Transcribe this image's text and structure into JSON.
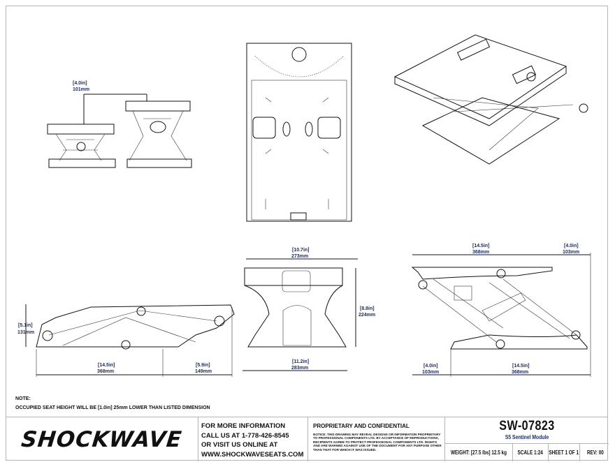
{
  "drawing": {
    "front_view_small": {
      "dim_in": "[4.0in]",
      "dim_mm": "101mm"
    },
    "side_view_left": {
      "height_in": "[5.1in]",
      "height_mm": "131mm",
      "length_in": "[14.5in]",
      "length_mm": "368mm",
      "travel_in": "[5.9in]",
      "travel_mm": "149mm"
    },
    "front_view": {
      "top_width_in": "[10.7in]",
      "top_width_mm": "273mm",
      "height_in": "[8.8in]",
      "height_mm": "224mm",
      "bottom_width_in": "[11.2in]",
      "bottom_width_mm": "283mm"
    },
    "side_view_right": {
      "top_length_in": "[14.5in]",
      "top_length_mm": "368mm",
      "top_offset_in": "[4.0in]",
      "top_offset_mm": "103mm",
      "bottom_offset_in": "[4.0in]",
      "bottom_offset_mm": "103mm",
      "bottom_length_in": "[14.5in]",
      "bottom_length_mm": "368mm"
    }
  },
  "note": {
    "label": "NOTE:",
    "text": "OCCUPIED SEAT HEIGHT WILL BE [1.0in] 25mm LOWER THAN LISTED DIMENSION"
  },
  "title_block": {
    "logo": "SHOCKWAVE",
    "contact": {
      "line1": "FOR MORE INFORMATION",
      "line2": "CALL US AT 1-778-426-8545",
      "line3": "OR VISIT US ONLINE AT",
      "line4": "WWW.SHOCKWAVESEATS.COM"
    },
    "proprietary": {
      "title": "PROPRIETARY AND CONFIDENTIAL",
      "notice": "NOTICE: THIS DRAWING MAY REVEAL DESIGNS OR INFORMATION PROPRIETARY TO PROFESSIONAL COMPONENTS LTD. BY ACCEPTANCE OF REPRODUCTIONS, RECIPIENTS AGREE TO PROTECT PROFESSIONAL COMPONENTS LTD. RIGHTS AND ARE WARNED AGAINST USE OF THE DOCUMENT FOR ANY PURPOSE OTHER THAN THAT FOR WHICH IT WAS ISSUED."
    },
    "part_number": "SW-07823",
    "part_name": "S5 Sentinel Module",
    "weight": "WEIGHT: [27.5 lbs] 12.5 kg",
    "scale": "SCALE 1:24",
    "sheet": "SHEET 1 OF 1",
    "rev": "REV: 00"
  }
}
